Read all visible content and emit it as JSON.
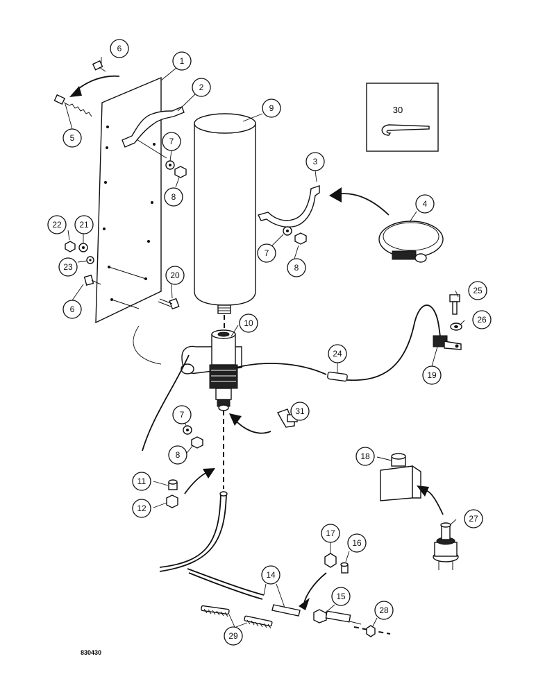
{
  "drawing": {
    "figure_number": "830430",
    "callouts": [
      {
        "id": "c1",
        "label": "1"
      },
      {
        "id": "c2",
        "label": "2"
      },
      {
        "id": "c3",
        "label": "3"
      },
      {
        "id": "c4",
        "label": "4"
      },
      {
        "id": "c5",
        "label": "5"
      },
      {
        "id": "c6a",
        "label": "6"
      },
      {
        "id": "c6b",
        "label": "6"
      },
      {
        "id": "c7a",
        "label": "7"
      },
      {
        "id": "c7b",
        "label": "7"
      },
      {
        "id": "c7c",
        "label": "7"
      },
      {
        "id": "c8a",
        "label": "8"
      },
      {
        "id": "c8b",
        "label": "8"
      },
      {
        "id": "c8c",
        "label": "8"
      },
      {
        "id": "c9",
        "label": "9"
      },
      {
        "id": "c10",
        "label": "10"
      },
      {
        "id": "c11",
        "label": "11"
      },
      {
        "id": "c12",
        "label": "12"
      },
      {
        "id": "c14",
        "label": "14"
      },
      {
        "id": "c15",
        "label": "15"
      },
      {
        "id": "c16",
        "label": "16"
      },
      {
        "id": "c17",
        "label": "17"
      },
      {
        "id": "c18",
        "label": "18"
      },
      {
        "id": "c19",
        "label": "19"
      },
      {
        "id": "c20",
        "label": "20"
      },
      {
        "id": "c21",
        "label": "21"
      },
      {
        "id": "c22",
        "label": "22"
      },
      {
        "id": "c23",
        "label": "23"
      },
      {
        "id": "c24",
        "label": "24"
      },
      {
        "id": "c25",
        "label": "25"
      },
      {
        "id": "c26",
        "label": "26"
      },
      {
        "id": "c27",
        "label": "27"
      },
      {
        "id": "c28",
        "label": "28"
      },
      {
        "id": "c29",
        "label": "29"
      },
      {
        "id": "c31",
        "label": "31"
      }
    ],
    "inset_label": "30"
  }
}
